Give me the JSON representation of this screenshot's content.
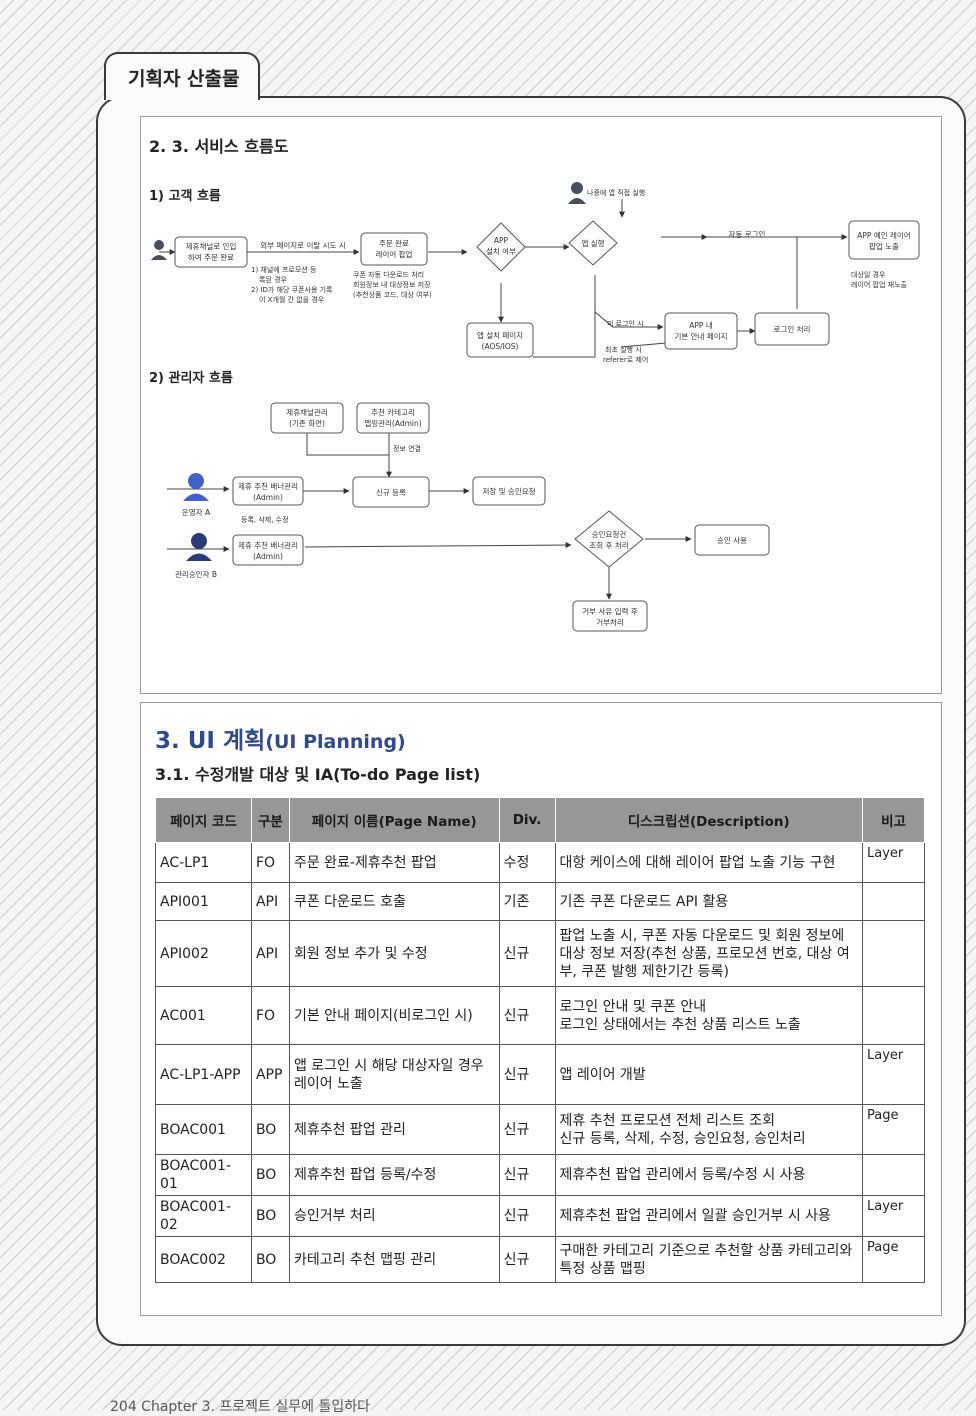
{
  "header": {
    "tab_title": "기획자 산출물"
  },
  "flow": {
    "title": "2. 3. 서비스 흐름도",
    "customer": {
      "heading": "1) 고객 흐름",
      "box_entry": [
        "제휴채널로 인입",
        "하여 주문 완료"
      ],
      "edge_outside": "외부 페이지로 이탈 시도 시",
      "box_order": [
        "주문 완료",
        "레이어 팝업"
      ],
      "cond_note": [
        "1) 채널에 프로모션 등",
        "록된 경우",
        "2) ID가 해당 쿠폰사용 기록",
        "이 X개월 간 없을 경우"
      ],
      "coupon_note": [
        "쿠폰 자동 다운로드 처리",
        "회원정보 내 대상정보 저장",
        "(추천상품 코드, 대상 여부)"
      ],
      "diamond_app": [
        "APP",
        "설치 여부"
      ],
      "diamond_run": "앱 실행",
      "later_run": "나중에 앱 직접 실행",
      "auto_login": "자동 로그인",
      "box_app_layer": [
        "APP 예인 레이어",
        "팝업 노출"
      ],
      "target_note": [
        "대상일 경우",
        "레이어 팝업 재노출"
      ],
      "box_install": [
        "앱 설치 페이지",
        "(AOS/IOS)"
      ],
      "not_logged": "미 로그인 시",
      "box_guide": [
        "APP 내",
        "기본 안내 페이지"
      ],
      "box_login": "로그인 처리",
      "first_run": [
        "최초 실행 시",
        "referer로 제어"
      ]
    },
    "admin": {
      "heading": "2) 관리자 흐름",
      "box_channel": [
        "제휴채널관리",
        "(기존 화면)"
      ],
      "box_category": [
        "추천 카테고리",
        "맵핑관리(Admin)"
      ],
      "info_link": "정보 연결",
      "actor_a": "운영자 A",
      "actor_b": "관리승인자 B",
      "box_banner_a": [
        "제휴 추천 배너관리",
        "(Admin)"
      ],
      "edit_note": "등록, 삭제, 수정",
      "box_new": "신규 등록",
      "box_save": "저장 및 승인요청",
      "box_banner_b": [
        "제휴 추천 배너관리",
        "(Admin)"
      ],
      "diamond_approve": [
        "승인요청건",
        "조회 후 처리"
      ],
      "box_use": "승인 사용",
      "box_reject": [
        "거부 사유 입력 후",
        "거부처리"
      ]
    }
  },
  "ui_plan": {
    "title_main": "3. UI 계획",
    "title_sub": "(UI Planning)",
    "subtitle": "3.1. 수정개발 대상 및 IA(To-do Page list)",
    "columns": [
      "페이지 코드",
      "구분",
      "페이지 이름(Page Name)",
      "Div.",
      "디스크립션(Description)",
      "비고"
    ],
    "rows": [
      {
        "code": "AC-LP1",
        "type": "FO",
        "name": "주문 완료-제휴추천 팝업",
        "div": "수정",
        "desc": "대항 케이스에 대해 레이어 팝업 노출 기능 구현",
        "note": "Layer"
      },
      {
        "code": "API001",
        "type": "API",
        "name": "쿠폰 다운로드 호출",
        "div": "기존",
        "desc": "기존 쿠폰 다운로드 API 활용",
        "note": ""
      },
      {
        "code": "API002",
        "type": "API",
        "name": "회원 정보 추가 및 수정",
        "div": "신규",
        "desc": "팝업 노출 시, 쿠폰 자동 다운로드 및 회원 정보에 대상 정보 저장(추천 상품, 프로모션 번호, 대상 여부, 쿠폰 발행 제한기간 등록)",
        "note": ""
      },
      {
        "code": "AC001",
        "type": "FO",
        "name": "기본 안내 페이지(비로그인 시)",
        "div": "신규",
        "desc": "로그인 안내 및 쿠폰 안내\n로그인 상태에서는 추천 상품 리스트 노출",
        "note": ""
      },
      {
        "code": "AC-LP1-APP",
        "type": "APP",
        "name": "앱 로그인 시 해당 대상자일 경우 레이어 노출",
        "div": "신규",
        "desc": "앱 레이어 개발",
        "note": "Layer"
      },
      {
        "code": "BOAC001",
        "type": "BO",
        "name": "제휴추천 팝업 관리",
        "div": "신규",
        "desc": "제휴 추천 프로모션 전체 리스트 조회\n신규 등록, 삭제, 수정, 승인요청, 승인처리",
        "note": "Page"
      },
      {
        "code": "BOAC001-01",
        "type": "BO",
        "name": "제휴추천 팝업 등록/수정",
        "div": "신규",
        "desc": "제휴추천 팝업 관리에서 등록/수정 시 사용",
        "note": ""
      },
      {
        "code": "BOAC001-02",
        "type": "BO",
        "name": "승인거부 처리",
        "div": "신규",
        "desc": "제휴추천 팝업 관리에서 일괄 승인거부 시 사용",
        "note": "Layer"
      },
      {
        "code": "BOAC002",
        "type": "BO",
        "name": "카테고리 추천 맵핑 관리",
        "div": "신규",
        "desc": "구매한 카테고리 기준으로 추천할 상품 카테고리와 특정 상품 맵핑",
        "note": "Page"
      }
    ]
  },
  "footer": {
    "text": "204   Chapter 3. 프로젝트 실무에 돌입하다"
  }
}
